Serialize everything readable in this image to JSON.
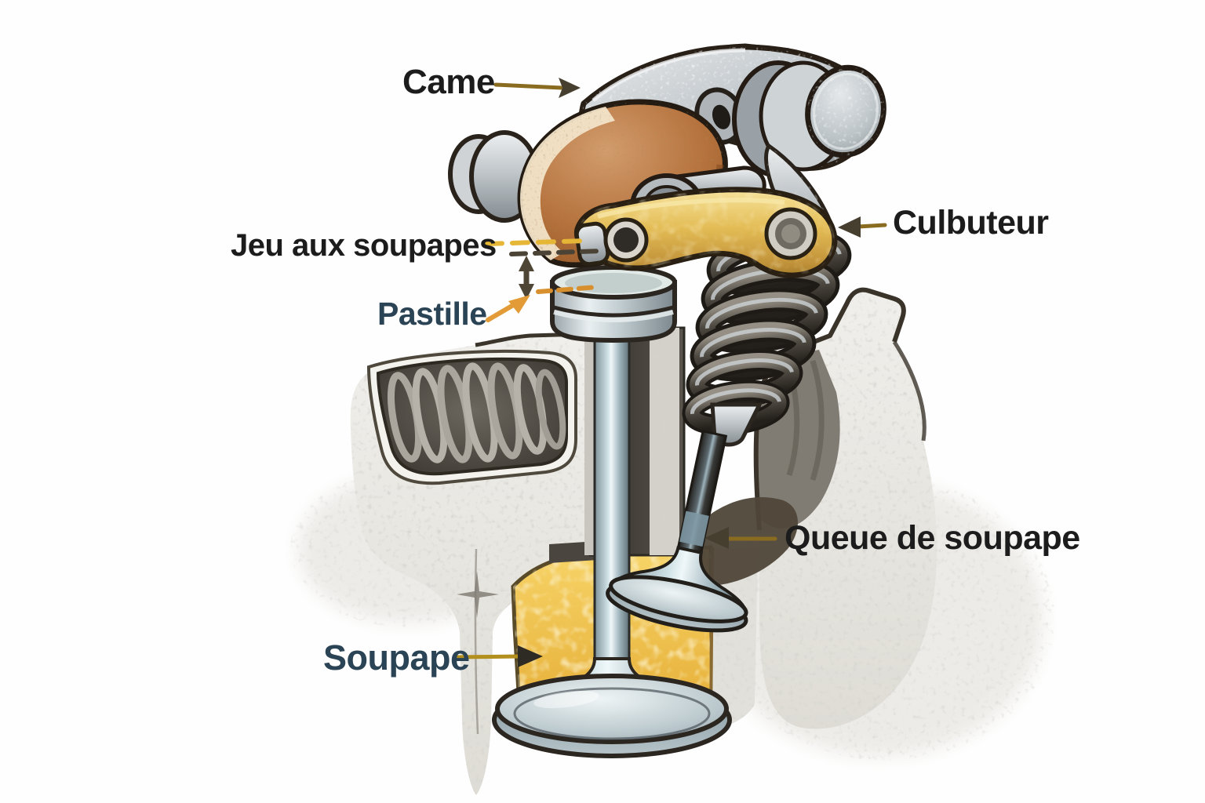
{
  "figure": {
    "labels": {
      "came": "Came",
      "jeu_aux_soupapes": "Jeu aux soupapes",
      "pastille": "Pastille",
      "culbuteur": "Culbuteur",
      "queue_de_soupape": "Queue de soupape",
      "soupape": "Soupape"
    },
    "colors": {
      "label_dark": "#1c1c1c",
      "label_slate": "#2b4455",
      "arrow_gold": "#8a6c20",
      "arrow_head_dark": "#463f30",
      "arrow_orange": "#e29b36",
      "dash_yellow": "#e6b637",
      "dash_dark": "#4a4336",
      "rocker_gold": "#e3bc55",
      "cam_brown": "#b4713c",
      "port_gold": "#f0c24a",
      "metal_silver": "#c3c9cd",
      "head_gray": "#e7e5e0",
      "valve_steel": "#b7cbd0",
      "spring_dark": "#2a251f"
    }
  }
}
